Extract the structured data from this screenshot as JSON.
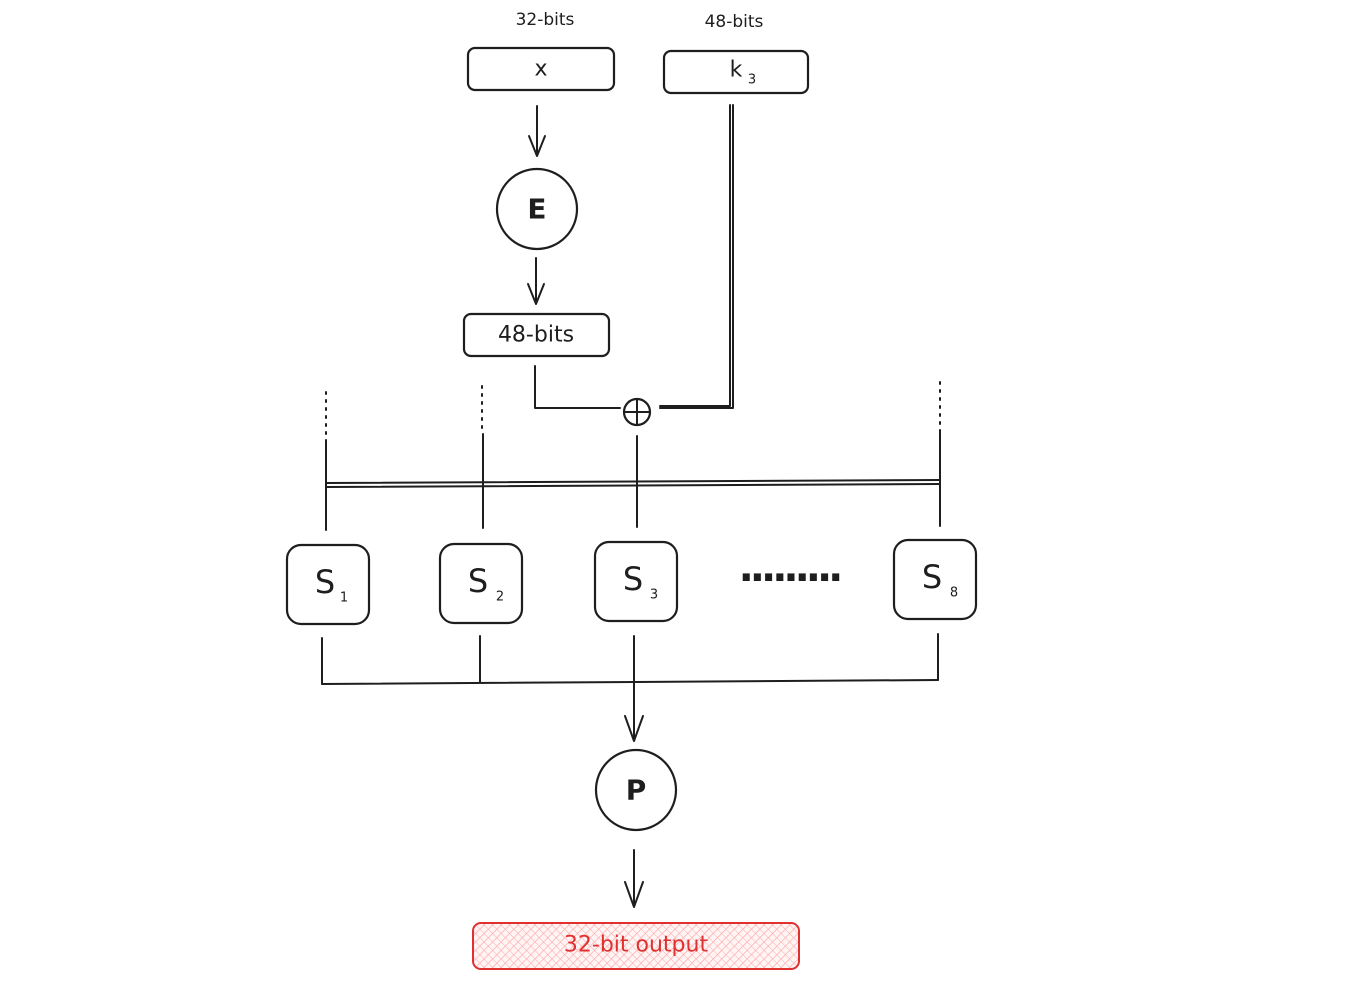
{
  "inputs": {
    "x": {
      "width_label": "32-bits",
      "label": "x"
    },
    "k": {
      "width_label": "48-bits",
      "label": "k",
      "subscript": "3"
    }
  },
  "expansion": {
    "label": "E",
    "output_label": "48-bits"
  },
  "xor": {
    "symbol": "⊕"
  },
  "sboxes": [
    {
      "label": "S",
      "subscript": "1"
    },
    {
      "label": "S",
      "subscript": "2"
    },
    {
      "label": "S",
      "subscript": "3"
    },
    {
      "label": "S",
      "subscript": "8"
    }
  ],
  "ellipsis": "·········",
  "permutation": {
    "label": "P"
  },
  "output": {
    "label": "32-bit output"
  },
  "colors": {
    "stroke": "#1e1e1e",
    "output_stroke": "#e03131",
    "output_fill": "#ffc9c9"
  }
}
